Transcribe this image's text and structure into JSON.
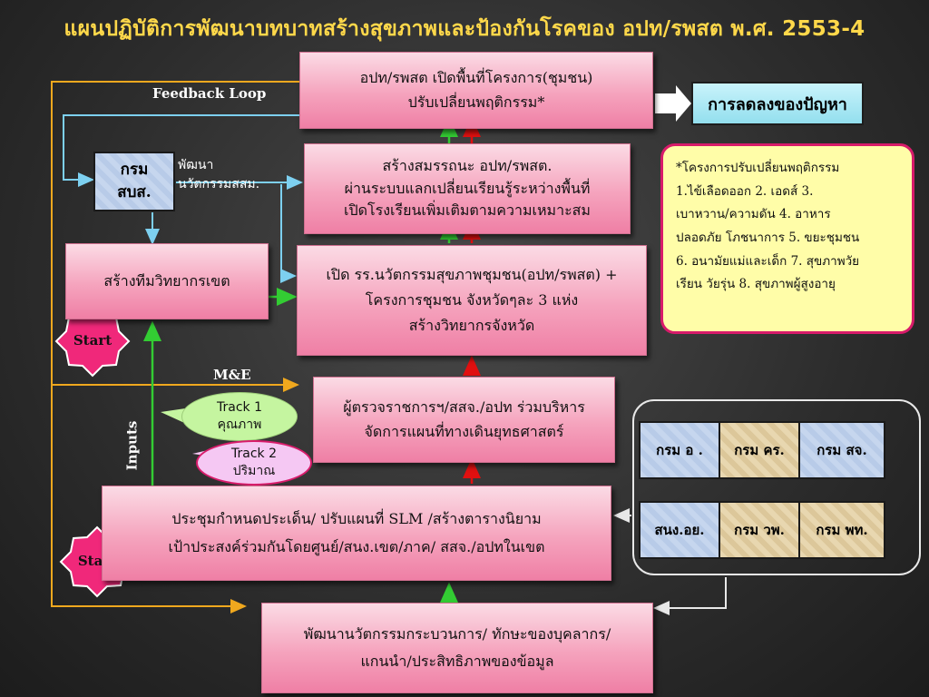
{
  "title": "แผนปฏิบัติการพัฒนาบทบาทสร้างสุขภาพและป้องกันโรคของ อปท/รพสต พ.ศ. 2553-4",
  "labels": {
    "feedback_loop": "Feedback Loop",
    "me": "M&E",
    "inputs": "Inputs",
    "start": "Start",
    "develop_line1": "พัฒนา",
    "develop_line2": "นวัตกรรมสสม."
  },
  "boxes": {
    "top": [
      "อปท/รพสต เปิดพื้นที่โครงการ(ชุมชน)",
      "ปรับเปลี่ยนพฤติกรรม*"
    ],
    "capacity": [
      "สร้างสมรรถนะ อปท/รพสต.",
      "ผ่านระบบแลกเปลี่ยนเรียนรู้ระหว่างพื้นที่",
      "เปิดโรงเรียนเพิ่มเติมตามความเหมาะสม"
    ],
    "open_school": [
      "เปิด รร.นวัตกรรมสุขภาพชุมชน(อปท/รพสต) +",
      "โครงการชุมชน จังหวัดๆละ 3 แห่ง",
      "สร้างวิทยากรจังหวัด"
    ],
    "trainer_team": [
      "สร้างทีมวิทยากรเขต"
    ],
    "inspector": [
      "ผู้ตรวจราชการฯ/สสจ./อปท ร่วมบริหาร",
      "จัดการแผนที่ทางเดินยุทธศาสตร์"
    ],
    "meeting": [
      "ประชุมกำหนดประเด็น/ ปรับแผนที่ SLM /สร้างตารางนิยาม",
      "เป้าประสงค์ร่วมกันโดยศูนย์/สนง.เขต/ภาค/ สสจ./อปทในเขต"
    ],
    "develop": [
      "พัฒนานวัตกรรมกระบวนการ/ ทักษะของบุคลากร/",
      "แกนนำ/ประสิทธิภาพของข้อมูล"
    ]
  },
  "dept_box": [
    "กรม",
    "สบส."
  ],
  "outcome": "การลดลงของปัญหา",
  "note": [
    "*โครงการปรับเปลี่ยนพฤติกรรม",
    "1.ไข้เลือดออก  2. เอดส์  3.",
    "เบาหวาน/ความดัน  4. อาหาร",
    "ปลอดภัย โภชนาการ  5. ขยะชุมชน",
    "6. อนามัยแม่และเด็ก  7. สุขภาพวัย",
    "เรียน วัยรุ่น  8. สุขภาพผู้สูงอายุ"
  ],
  "tracks": {
    "track1": [
      "Track 1",
      "คุณภาพ"
    ],
    "track2": [
      "Track 2",
      "ปริมาณ"
    ]
  },
  "departments": {
    "row1": [
      "กรม อ .",
      "กรม คร.",
      "กรม สจ."
    ],
    "row2": [
      "สนง.อย.",
      "กรม วพ.",
      "กรม พท."
    ]
  },
  "colors": {
    "title": "#ffd84a",
    "arrow_orange": "#f0a81e",
    "arrow_cyan": "#7dd0f0",
    "arrow_green": "#33cc33",
    "arrow_red": "#e01010",
    "start_star": "#f0287a",
    "note_border": "#d81b6a"
  }
}
